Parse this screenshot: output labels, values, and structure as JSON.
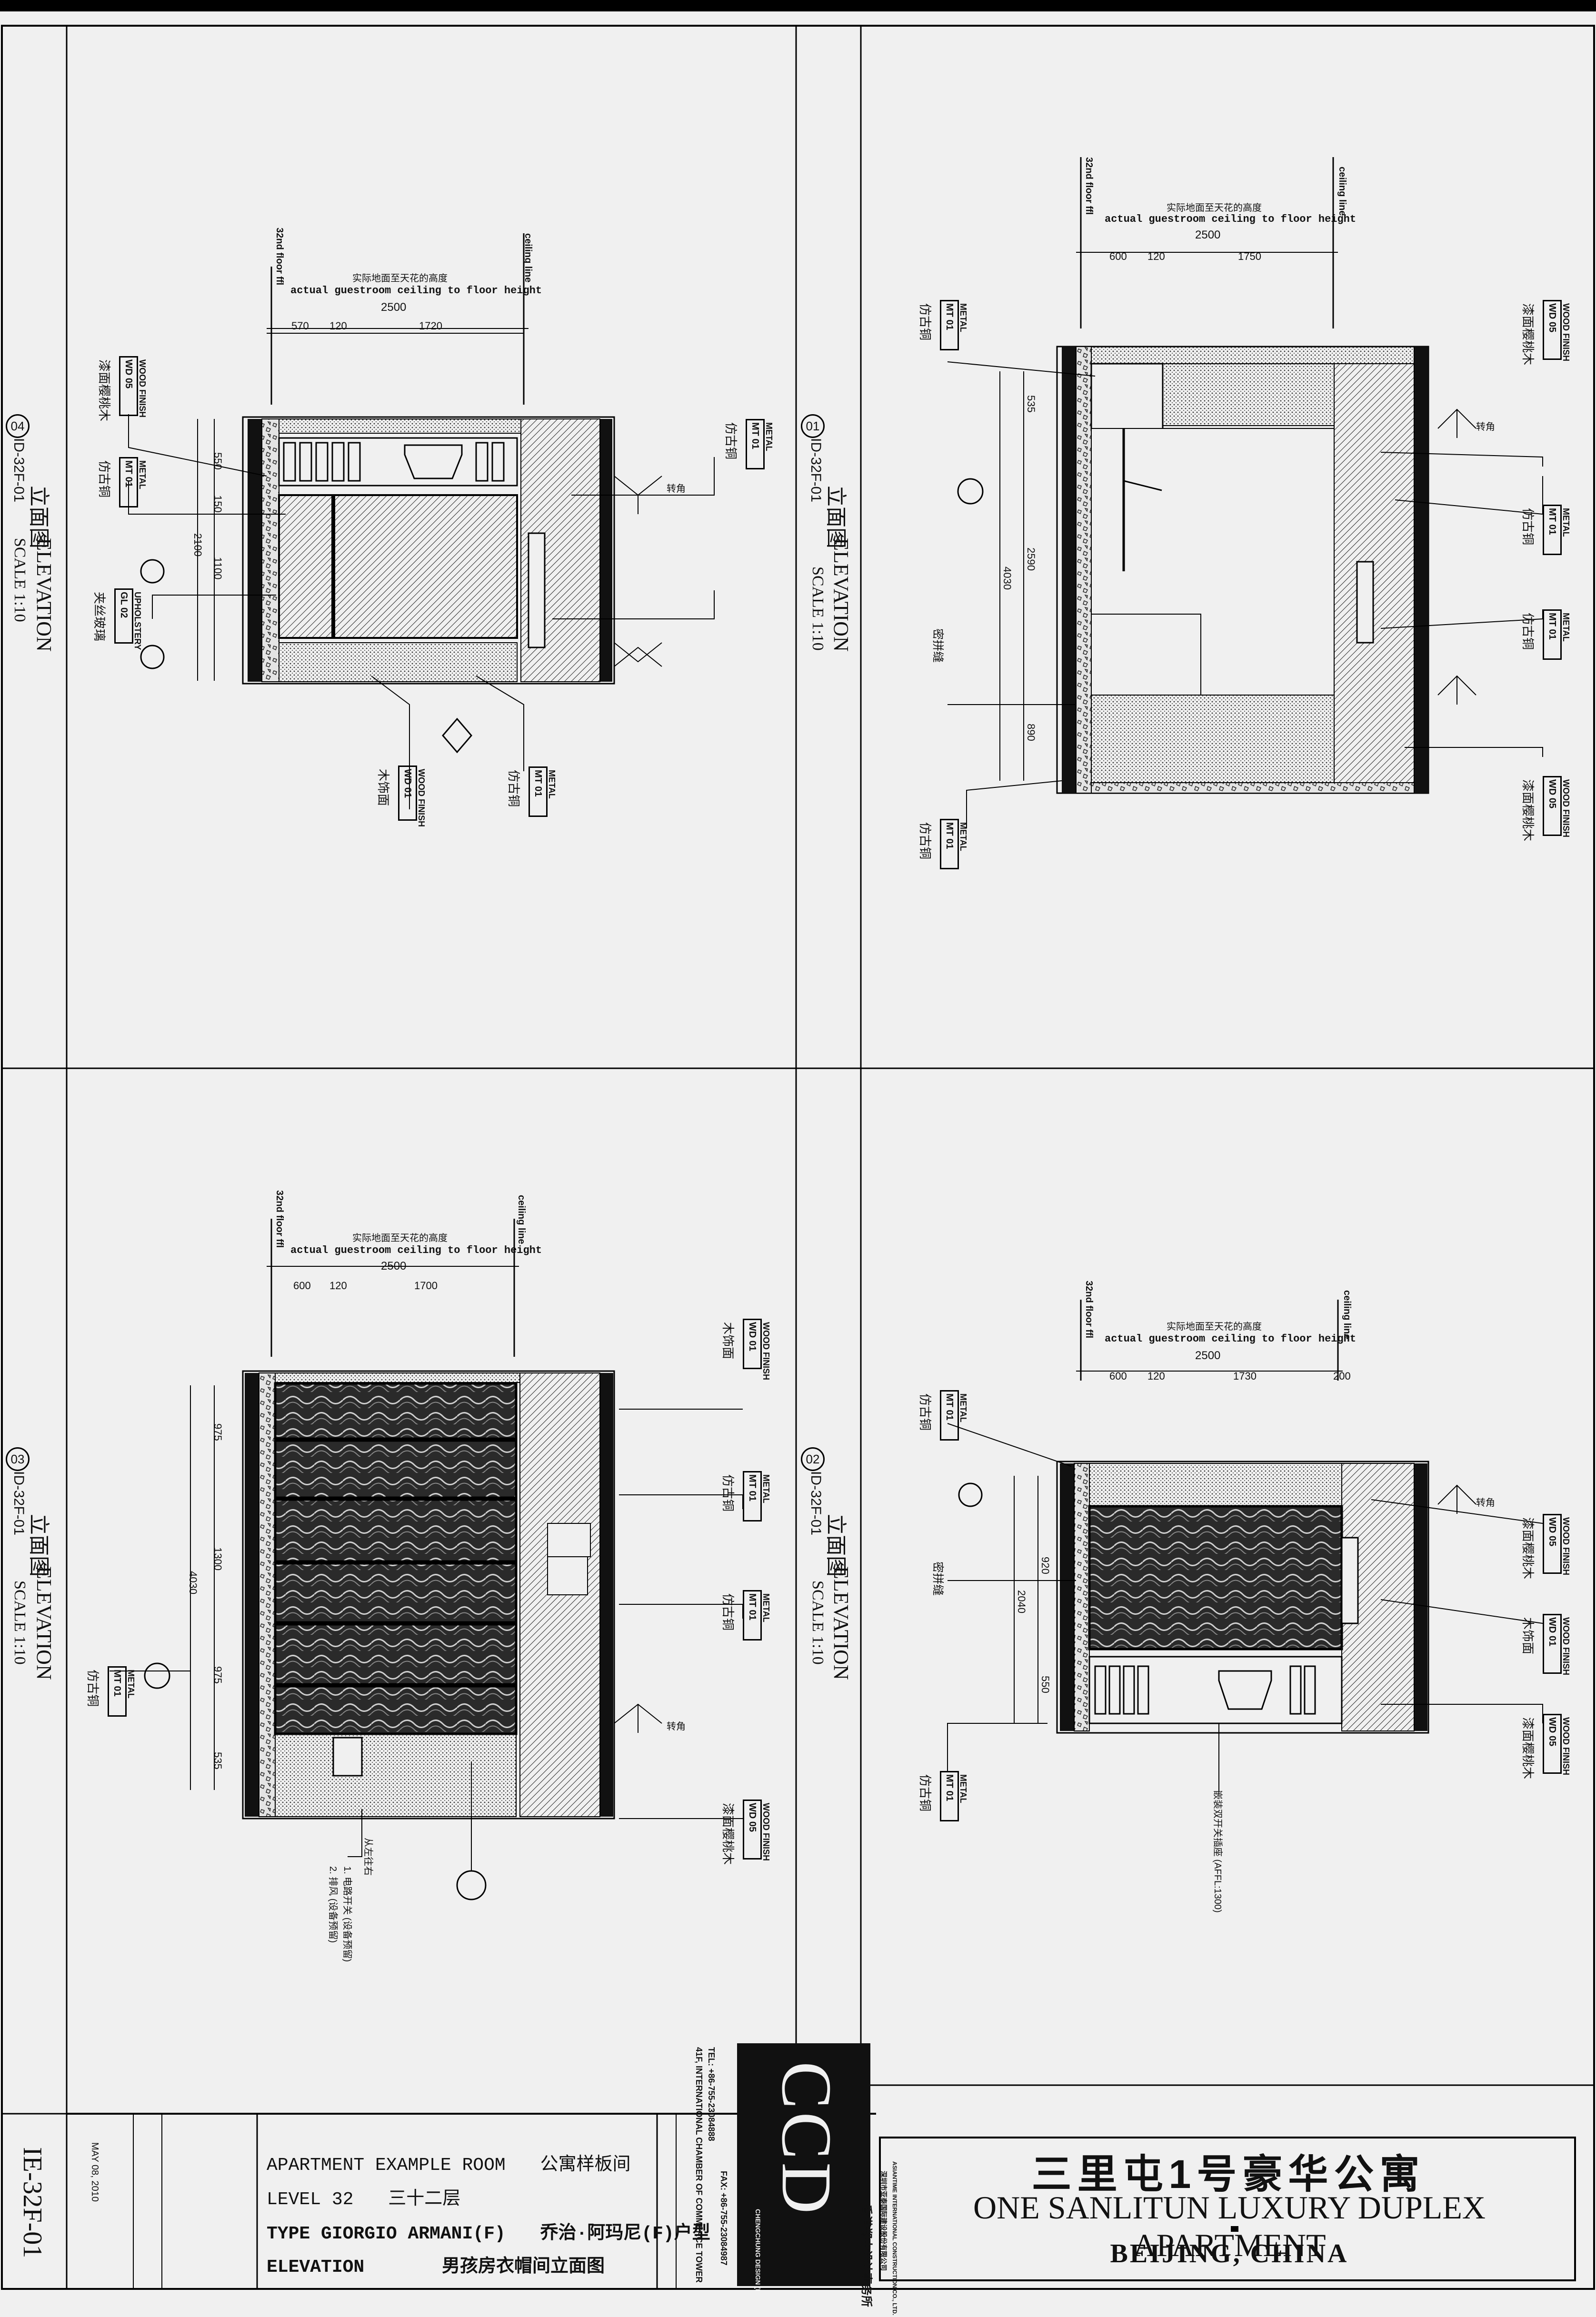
{
  "project": {
    "title_cn": "三里屯1号豪华公寓",
    "title_en": "ONE SANLITUN LUXURY DUPLEX APARTMENT",
    "location": "BEIJING, CHINA"
  },
  "title_block": {
    "line1_en": "APARTMENT  EXAMPLE  ROOM",
    "line1_cn": "公寓样板间",
    "line2_en": "LEVEL 32",
    "line2_cn": "三十二层",
    "line3_en": "TYPE GIORGIO ARMANI(F)",
    "line3_cn": "乔治·阿玛尼(F)户型",
    "line4_en": "ELEVATION",
    "line4_cn": "男孩房衣帽间立面图",
    "sheet_no": "IE-32F-01",
    "date": "MAY 08, 2010"
  },
  "firm": {
    "logo": "CCD",
    "name_cn": "香港郑中设计事务所",
    "name_en": "CHENGCHUNG DESIGN (HK) LTD.",
    "partner_cn": "深圳市亚泰国际建设股份有限公司",
    "partner_en": "ASIANTIME INTERNATIONAL CONSTRUCTION CO., LTD.",
    "address": "41F, INTERNATIONAL CHAMBER OF COMMERCE TOWER",
    "tel": "TEL: +86-755-23084888",
    "fax": "FAX: +86-755-23084987"
  },
  "elevations": [
    {
      "id": "04",
      "ref": "ID-32F-01",
      "label_cn": "立面图",
      "label_en": "ELEVATION",
      "scale": "SCALE 1:10",
      "height_note_cn": "实际地面至天花的高度",
      "height_note_en": "actual guestroom ceiling to floor height",
      "level_left": "32nd floor ffl",
      "level_right": "ceiling line",
      "total_width": "2500",
      "dims": [
        "570",
        "120",
        "1720"
      ],
      "heights": [
        "550",
        "150",
        "1100",
        "2100"
      ],
      "tags": [
        {
          "code": "WD 05",
          "en": "WOOD FINISH",
          "cn": "漆面樱桃木"
        },
        {
          "code": "MT 01",
          "en": "METAL",
          "cn": "仿古铜"
        },
        {
          "code": "GL 02",
          "en": "UPHOLSTERY",
          "cn": "夹丝玻璃"
        },
        {
          "code": "MT 01",
          "en": "METAL",
          "cn": "仿古铜"
        },
        {
          "code": "WD 01",
          "en": "WOOD FINISH",
          "cn": "木饰面"
        },
        {
          "code": "MT 01",
          "en": "METAL",
          "cn": "仿古铜"
        }
      ],
      "swing_label": "转角"
    },
    {
      "id": "01",
      "ref": "ID-32F-01",
      "label_cn": "立面图",
      "label_en": "ELEVATION",
      "scale": "SCALE 1:10",
      "height_note_cn": "实际地面至天花的高度",
      "height_note_en": "actual guestroom ceiling to floor height",
      "level_left": "32nd floor ffl",
      "level_right": "ceiling line",
      "total_width": "2500",
      "dims": [
        "600",
        "120",
        "1750"
      ],
      "heights": [
        "535",
        "2590",
        "4030",
        "890"
      ],
      "tags": [
        {
          "code": "MT 01",
          "en": "METAL",
          "cn": "仿古铜"
        },
        {
          "code": "WD 05",
          "en": "WOOD FINISH",
          "cn": "漆面樱桃木"
        },
        {
          "code": "MT 01",
          "en": "METAL",
          "cn": "仿古铜"
        },
        {
          "code": "MT 01",
          "en": "METAL",
          "cn": "仿古铜"
        },
        {
          "code": "WD 05",
          "en": "WOOD FINISH",
          "cn": "漆面樱桃木"
        },
        {
          "code": "MT 01",
          "en": "METAL",
          "cn": "仿古铜"
        }
      ],
      "misc": "密拼缝",
      "swing_label": "转角"
    },
    {
      "id": "03",
      "ref": "ID-32F-01",
      "label_cn": "立面图",
      "label_en": "ELEVATION",
      "scale": "SCALE 1:10",
      "height_note_cn": "实际地面至天花的高度",
      "height_note_en": "actual guestroom ceiling to floor height",
      "level_left": "32nd floor ffl",
      "level_right": "ceiling line",
      "total_width": "2500",
      "dims": [
        "600",
        "120",
        "1700"
      ],
      "heights": [
        "975",
        "1300",
        "4030",
        "975",
        "535"
      ],
      "tags": [
        {
          "code": "WD 01",
          "en": "WOOD FINISH",
          "cn": "木饰面"
        },
        {
          "code": "MT 01",
          "en": "METAL",
          "cn": "仿古铜"
        },
        {
          "code": "MT 01",
          "en": "METAL",
          "cn": "仿古铜"
        },
        {
          "code": "WD 05",
          "en": "WOOD FINISH",
          "cn": "漆面樱桃木"
        },
        {
          "code": "MT 01",
          "en": "METAL",
          "cn": "仿古铜"
        }
      ],
      "notes": [
        "从左往右",
        "1. 电路开关 (设备预留)",
        "2. 排风 (设备预留)"
      ],
      "swing_label": "转角"
    },
    {
      "id": "02",
      "ref": "ID-32F-01",
      "label_cn": "立面图",
      "label_en": "ELEVATION",
      "scale": "SCALE 1:10",
      "height_note_cn": "实际地面至天花的高度",
      "height_note_en": "actual guestroom ceiling to floor height",
      "level_left": "32nd floor ffl",
      "level_right": "ceiling line",
      "total_width": "2500",
      "dims": [
        "600",
        "120",
        "1730",
        "200"
      ],
      "heights": [
        "920",
        "2040",
        "550"
      ],
      "tags": [
        {
          "code": "MT 01",
          "en": "METAL",
          "cn": "仿古铜"
        },
        {
          "code": "WD 05",
          "en": "WOOD FINISH",
          "cn": "漆面樱桃木"
        },
        {
          "code": "WD 01",
          "en": "WOOD FINISH",
          "cn": "木饰面"
        },
        {
          "code": "WD 05",
          "en": "WOOD FINISH",
          "cn": "漆面樱桃木"
        },
        {
          "code": "MT 01",
          "en": "METAL",
          "cn": "仿古铜"
        }
      ],
      "misc": "密拼缝",
      "note": "嵌装双开关插座 (AFFL:1300)",
      "swing_label": "转角"
    }
  ],
  "colors": {
    "background": "#f0f0f0",
    "ink": "#111111",
    "hatch": "#555555"
  }
}
